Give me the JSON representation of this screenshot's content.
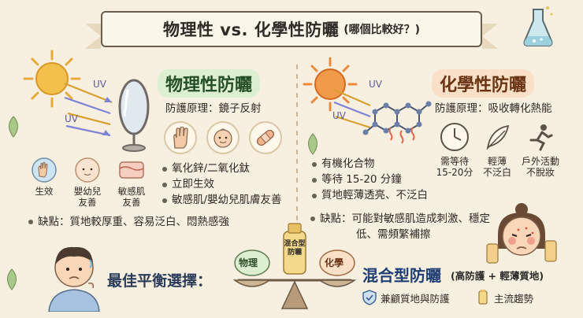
{
  "title": {
    "main": "物理性 vs. 化學性防曬",
    "sub": "(哪個比較好？)"
  },
  "physical": {
    "title": "物理性防曬",
    "principle": "防護原理：鏡子反射",
    "uv_labels": [
      "UV",
      "UV"
    ],
    "icons": [
      "hand-icon",
      "baby-face-icon",
      "bandage-icon"
    ],
    "bullets": [
      "氧化鋅/二氧化鈦",
      "立即生效",
      "敏感肌/嬰幼兒肌膚友善"
    ],
    "tiles": [
      "生效",
      "嬰幼兒\n友善",
      "敏感肌\n友善"
    ],
    "con": "缺點：質地較厚重、容易泛白、悶熱感強"
  },
  "chemical": {
    "title": "化學性防曬",
    "principle": "防護原理：吸收轉化熱能",
    "uv_labels": [
      "UV",
      "UV"
    ],
    "bullets": [
      "有機化合物",
      "等待 15-20 分鐘",
      "質地輕薄透亮、不泛白"
    ],
    "tiles": [
      "需等待\n15-20分",
      "輕薄\n不泛白",
      "戶外活動\n不脫妝"
    ],
    "con_line1": "缺點：可能對敏感肌造成刺激、穩定",
    "con_line2": "低、需頻繁補擦"
  },
  "balance": {
    "label": "最佳平衡選擇：",
    "left_weight": "物理",
    "right_weight": "化學",
    "bottle_label": "混合型\n防曬"
  },
  "mixed": {
    "title": "混合型防曬",
    "subtitle": "(高防護 + 輕薄質地)",
    "features": [
      "兼顧質地與防護",
      "主流趨勢"
    ]
  },
  "colors": {
    "background": "#f7efdf",
    "physical_accent": "#dcefd1",
    "chemical_accent": "#fbe0c8",
    "mixed_accent": "#1f3e73",
    "sun": "#f3c14b",
    "sun_hot": "#ef8a3c"
  }
}
